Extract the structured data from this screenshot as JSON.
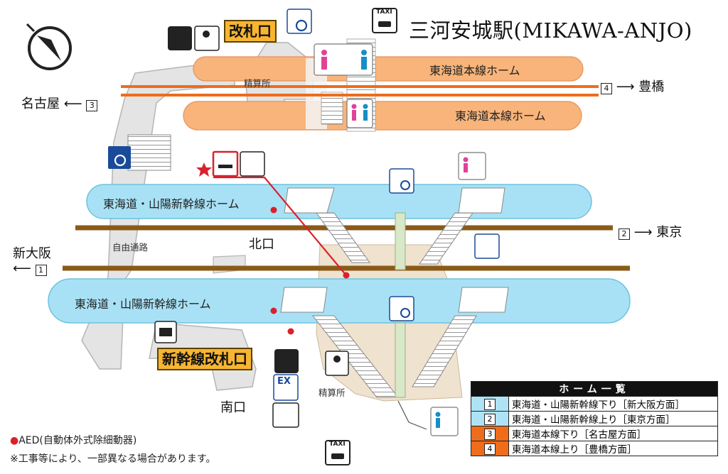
{
  "title": "三河安城駅(MIKAWA-ANJO)",
  "gates": {
    "conventional": "改札口",
    "shinkansen": "新幹線改札口"
  },
  "platforms": {
    "tokaido_upper": "東海道本線ホーム",
    "tokaido_lower": "東海道本線ホーム",
    "shinkansen_upper": "東海道・山陽新幹線ホーム",
    "shinkansen_lower": "東海道・山陽新幹線ホーム"
  },
  "directions": {
    "nagoya": {
      "name": "名古屋",
      "track": "3"
    },
    "toyohashi": {
      "name": "豊橋",
      "track": "4"
    },
    "tokyo": {
      "name": "東京",
      "track": "2"
    },
    "shin_osaka": {
      "name": "新大阪",
      "track": "1"
    }
  },
  "labels": {
    "seisanjo_top": "精算所",
    "seisanjo_bottom": "精算所",
    "free_passage": "自由通路",
    "north_exit": "北口",
    "south_exit": "南口",
    "taxi_top": "TAXI",
    "taxi_bottom": "TAXI",
    "ex_badge": "EX"
  },
  "notes": {
    "aed": "AED(自動体外式除細動器)",
    "construction": "※工事等により、一部異なる場合があります。"
  },
  "legend": {
    "header": "ホーム一覧",
    "rows": [
      {
        "track": "1",
        "text": "東海道・山陽新幹線下り［新大阪方面］",
        "color": "#aee3f5"
      },
      {
        "track": "2",
        "text": "東海道・山陽新幹線上り［東京方面］",
        "color": "#aee3f5"
      },
      {
        "track": "3",
        "text": "東海道本線下り［名古屋方面］",
        "color": "#ef6c1b"
      },
      {
        "track": "4",
        "text": "東海道本線上り［豊橋方面］",
        "color": "#ef6c1b"
      }
    ]
  },
  "colors": {
    "shinkansen_platform": "#a8e1f5",
    "conventional_platform": "#f8b47a",
    "shinkansen_track": "#8a5a18",
    "conventional_track": "#ef6c1b",
    "gate_label": "#f7b531",
    "aed_dot": "#d9212c"
  },
  "icons": [
    "compass-icon",
    "taxi-icon",
    "wheelchair-icon",
    "elevator-icon",
    "restroom-icon",
    "smoking-room-icon",
    "waiting-room-icon",
    "ticket-machine-icon",
    "station-staff-icon",
    "aed-icon",
    "star-icon"
  ]
}
